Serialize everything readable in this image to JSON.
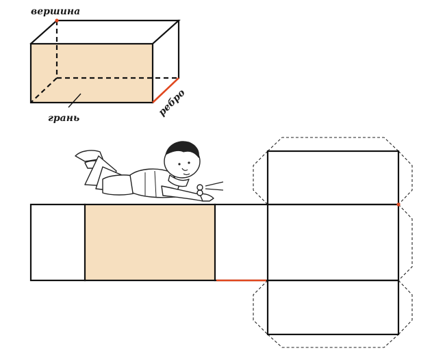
{
  "labels": {
    "vertex": "вершина",
    "face": "грань",
    "edge": "ребро"
  },
  "colors": {
    "highlight": "#e0471e",
    "face_fill": "#f6dfbf",
    "line": "#111111"
  }
}
